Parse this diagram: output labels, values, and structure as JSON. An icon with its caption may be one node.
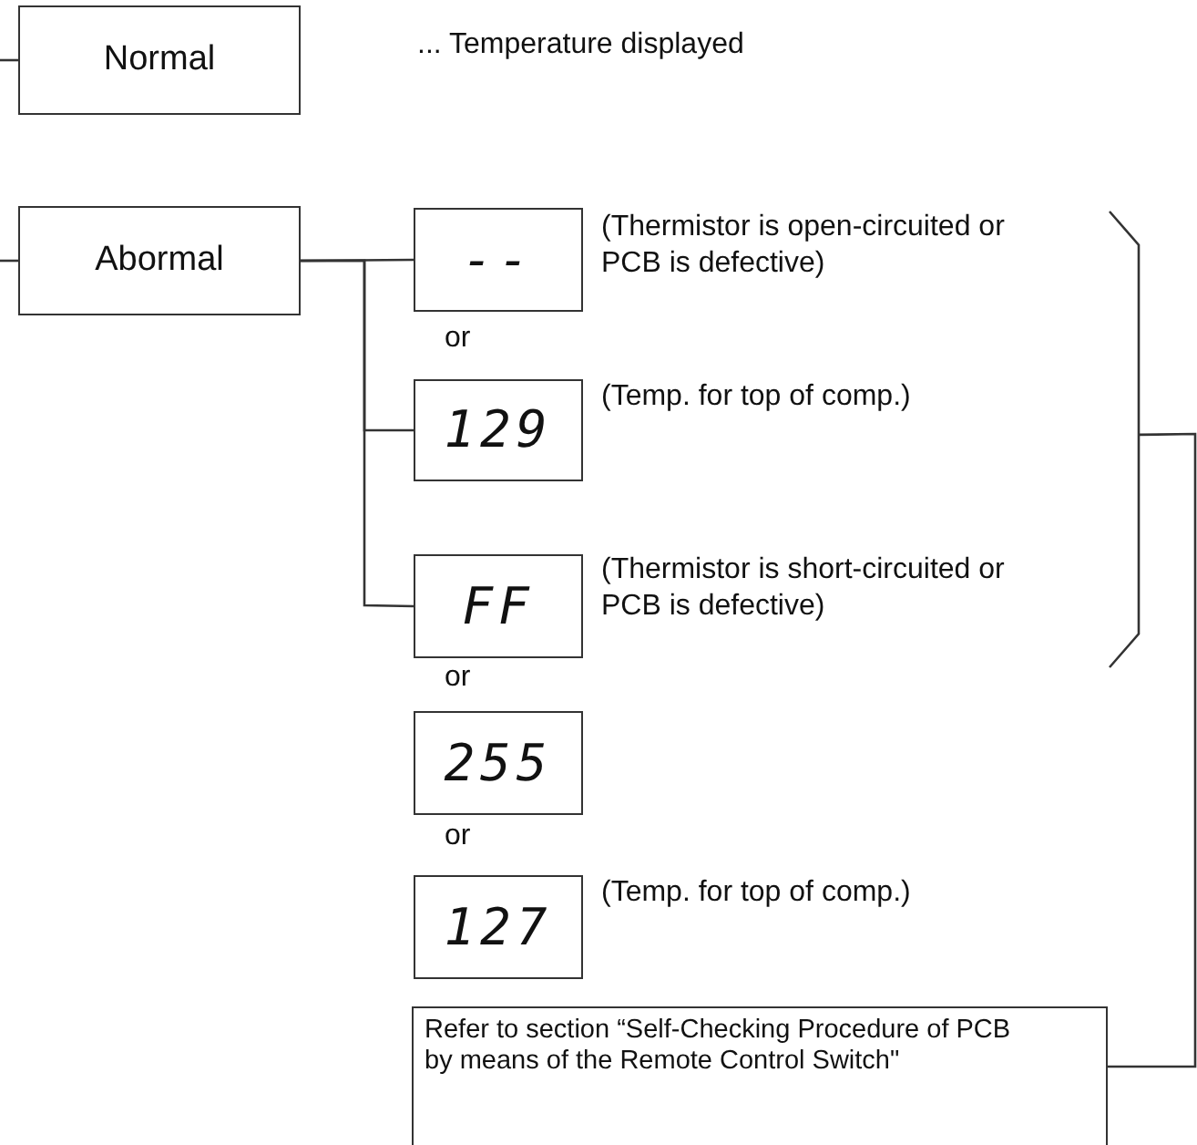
{
  "diagram": {
    "nodes": [
      {
        "text": [
          "Normal"
        ]
      },
      {
        "text": [
          "Abormal"
        ]
      },
      {
        "text": [
          "--"
        ],
        "beside": [
          "(Thermistor is open-circuited or PCB is defective)"
        ]
      },
      {
        "text": [
          "129"
        ],
        "beside": [
          "(Temp. for top of comp.)"
        ]
      },
      {
        "text": [
          "FF"
        ],
        "beside": [
          "(Thermistor is short-circuited or PCB is defective)"
        ]
      },
      {
        "text": [
          "255"
        ]
      },
      {
        "text": [
          "127"
        ],
        "beside": [
          "(Temp. for top of comp.)"
        ]
      },
      {
        "text": [],
        "shape": "bracket"
      },
      {
        "text": [
          "Refer to section “Self-Checking Procedure of PCB by means of the Remote Control Switch\""
        ]
      }
    ],
    "edges": [
      {
        "from": null,
        "to": 0,
        "arrow": "none"
      },
      {
        "from": null,
        "to": 1,
        "arrow": "none"
      },
      {
        "from": 1,
        "to": 2,
        "arrow": "none"
      },
      {
        "from": 1,
        "to": 3,
        "arrow": "none"
      },
      {
        "from": 1,
        "to": 4,
        "arrow": "none"
      },
      {
        "from": 7,
        "to": 8,
        "arrow": "none"
      }
    ],
    "labels": [
      "... Temperature displayed",
      "or",
      "or",
      "or"
    ]
  }
}
